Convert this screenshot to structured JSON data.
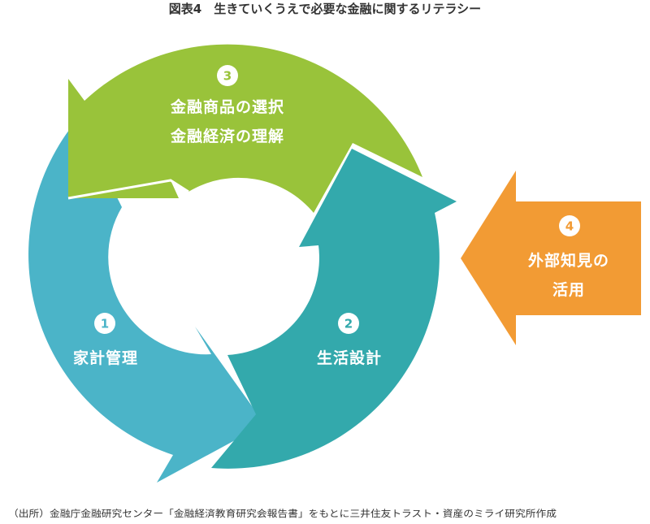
{
  "title": "図表4　生きていくうえで必要な金融に関するリテラシー",
  "steps": [
    {
      "number": "1",
      "label": "家計管理",
      "color": "#4bb4c8"
    },
    {
      "number": "2",
      "label": "生活設計",
      "color": "#33a9ac"
    },
    {
      "number": "3",
      "label_lines": [
        "金融商品の選択",
        "金融経済の理解"
      ],
      "color": "#99c33a"
    },
    {
      "number": "4",
      "label_lines": [
        "外部知見の",
        "活用"
      ],
      "color": "#f29b34"
    }
  ],
  "source": "（出所）金融庁金融研究センター「金融経済教育研究会報告書」をもとに三井住友トラスト・資産のミライ研究所作成"
}
